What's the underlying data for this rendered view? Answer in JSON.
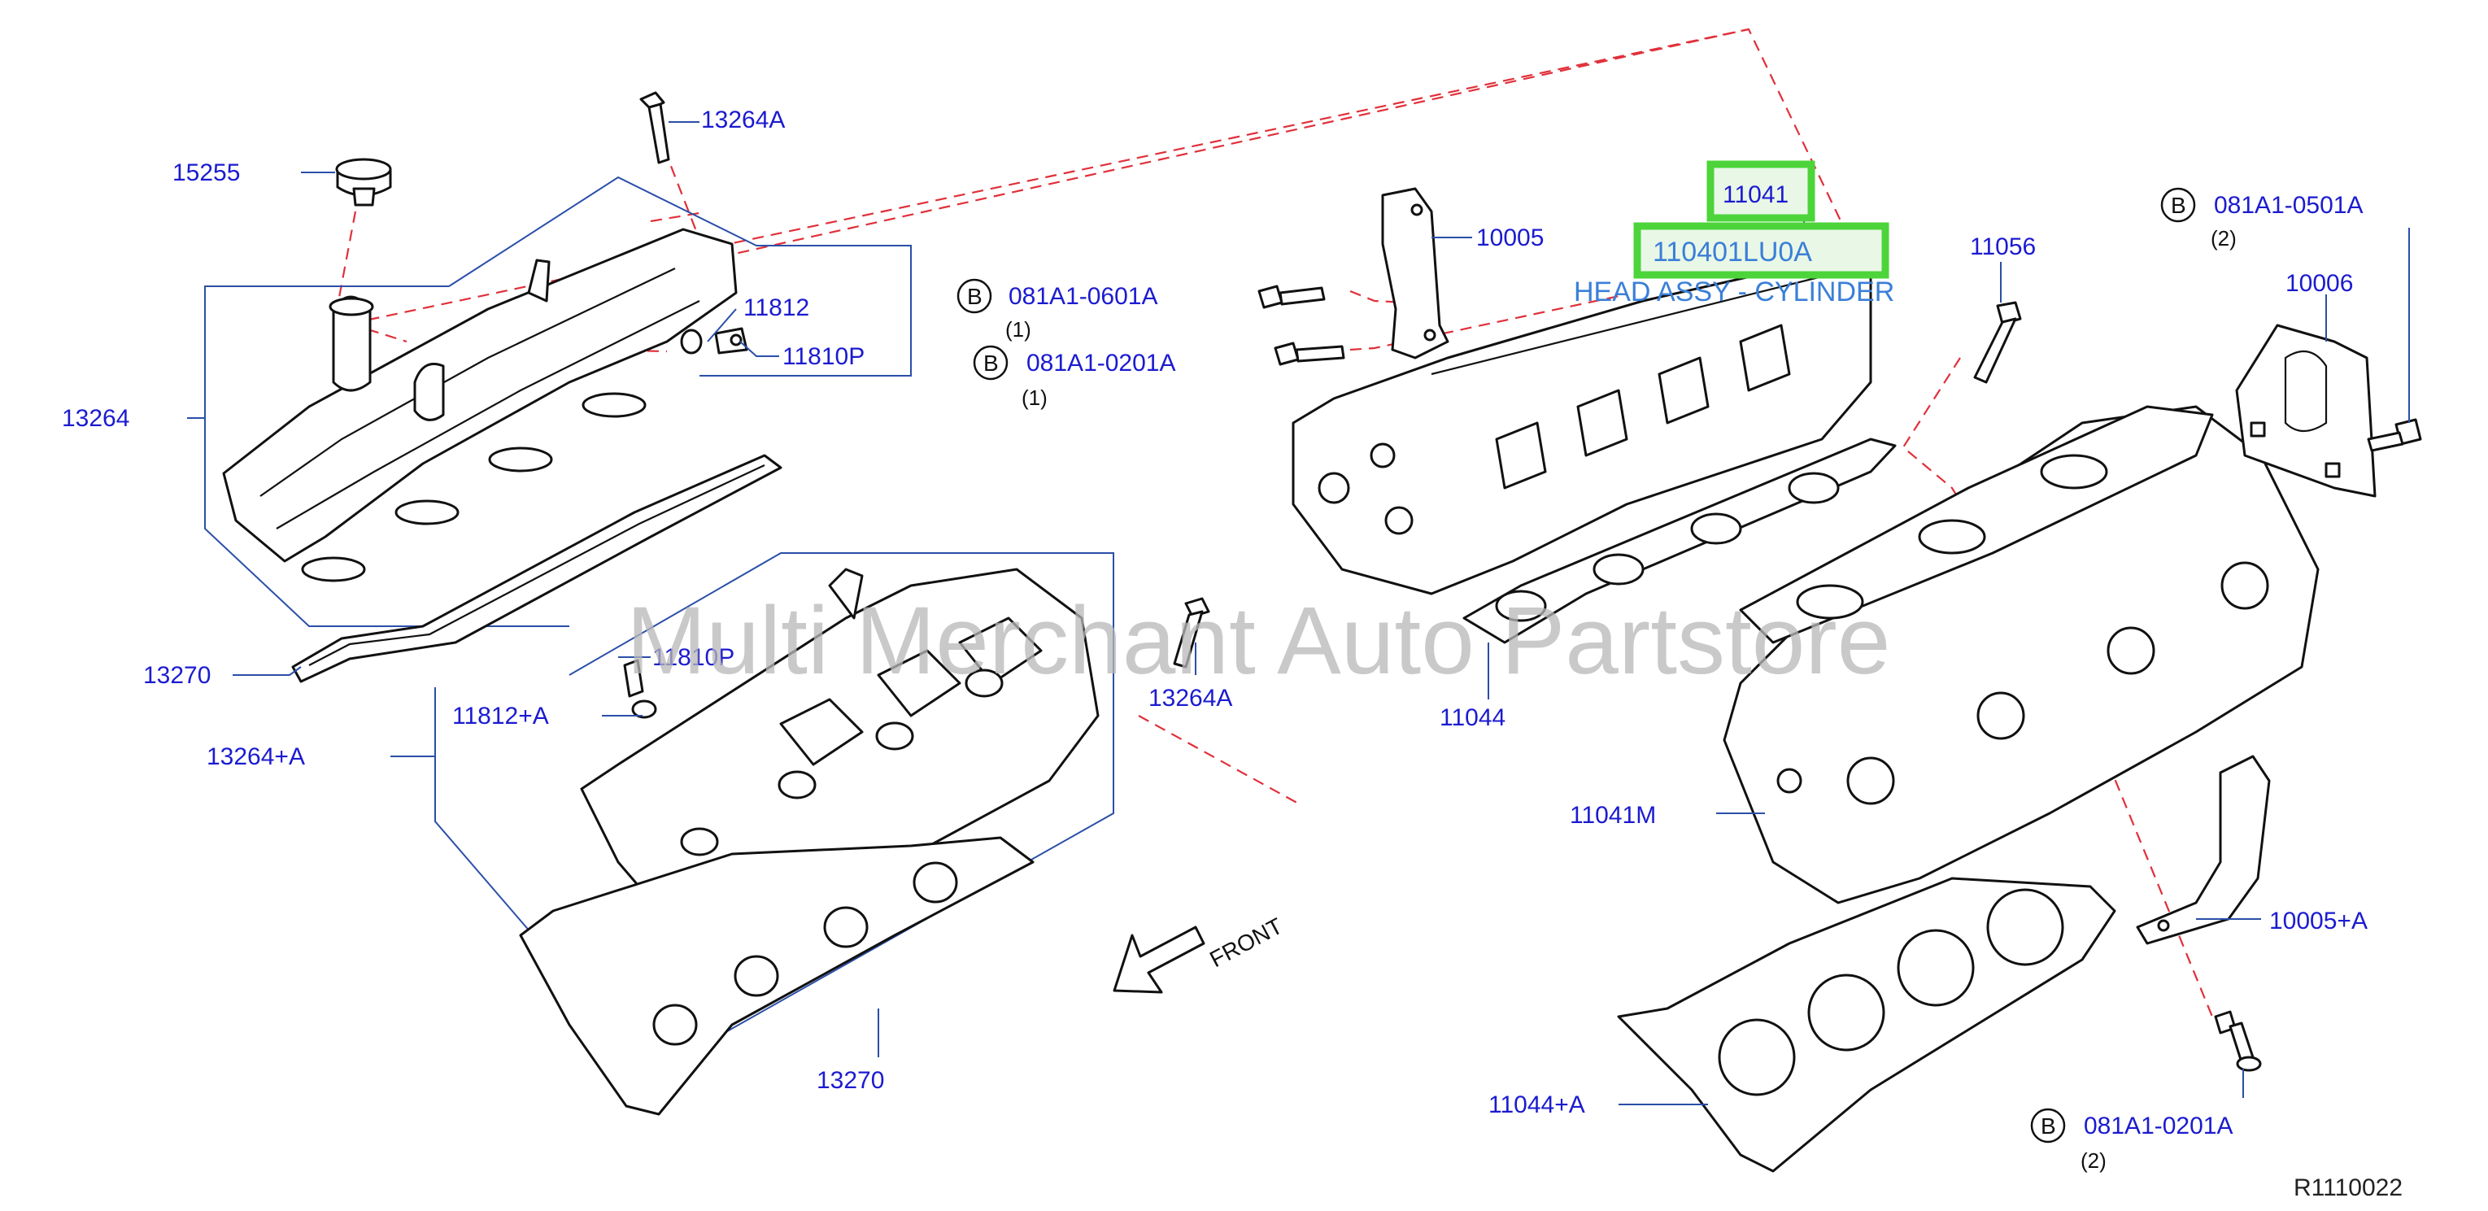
{
  "watermark": "Multi Merchant Auto Partstore",
  "reference": "R1110022",
  "front_label": "FRONT",
  "highlight": {
    "part_number": "11041",
    "sub_number": "110401LU0A",
    "description": "HEAD ASSY - CYLINDER",
    "highlight_color": "#4cd43a"
  },
  "labels": {
    "p13264A_top": "13264A",
    "p15255": "15255",
    "p11812": "11812",
    "p11810P_top": "11810P",
    "p13264": "13264",
    "p13270_top": "13270",
    "p11810P_low": "11810P",
    "p13264A_low": "13264A",
    "p11812A": "11812+A",
    "p13264pA": "13264+A",
    "p13270_low": "13270",
    "p10005": "10005",
    "p11056": "11056",
    "p10006": "10006",
    "p11044": "11044",
    "p11041M": "11041M",
    "p10005A": "10005+A",
    "p11044A": "11044+A"
  },
  "bolts": {
    "b1": {
      "badge": "B",
      "part": "081A1-0601A",
      "qty": "(1)"
    },
    "b2": {
      "badge": "B",
      "part": "081A1-0201A",
      "qty": "(1)"
    },
    "b3": {
      "badge": "B",
      "part": "081A1-0501A",
      "qty": "(2)"
    },
    "b4": {
      "badge": "B",
      "part": "081A1-0201A",
      "qty": "(2)"
    }
  },
  "colors": {
    "label": "#1b1bd0",
    "dash_line": "#e0303a",
    "leader": "#2a4fa8",
    "description": "#3a7fd8"
  }
}
